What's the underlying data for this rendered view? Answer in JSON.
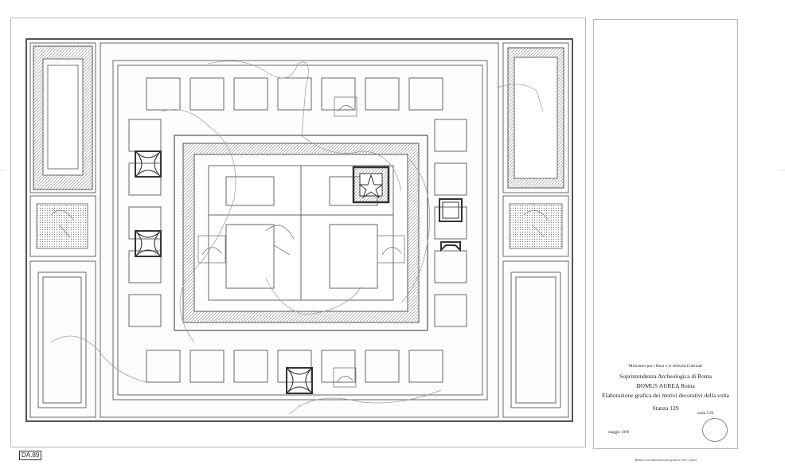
{
  "titleblock": {
    "ministry": "Ministero per i Beni e le Attività Culturali",
    "soprintendenza": "Soprintendenza Archeologica di Roma",
    "site": "DOMUS AUREA  Roma",
    "subject": "Elaborazione grafica dei motivi decorativi della volta",
    "room": "Stanza 129",
    "date": "maggio 1999",
    "scale": "scala 1:20",
    "credit": "Rilievo ed elaborazione grafica: M.C.Strad"
  },
  "reference_code": "DA.89",
  "colors": {
    "line": "#555555",
    "sheet_border": "#b8b8b8",
    "hatch": "#888888"
  },
  "icons": {
    "plan": "ceiling-plan-drawing",
    "stamp": "approval-stamp"
  }
}
